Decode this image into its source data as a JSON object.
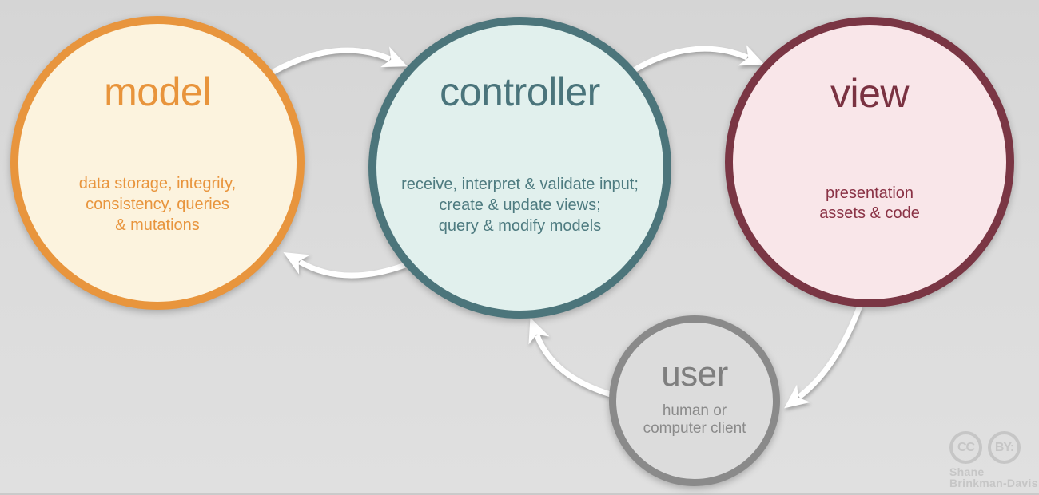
{
  "background": {
    "color_top": "#D5D5D5",
    "color_bottom": "#E0E0E0"
  },
  "nodes": {
    "model": {
      "title": "model",
      "desc_lines": [
        "data storage, integrity,",
        "consistency, queries",
        "& mutations"
      ],
      "border_color": "#E8953D",
      "fill_color": "#FCF3DE",
      "text_color": "#E8943C"
    },
    "controller": {
      "title": "controller",
      "desc_lines": [
        "receive, interpret & validate input;",
        "create & update views;",
        "query & modify models"
      ],
      "border_color": "#4C757B",
      "fill_color": "#E1F0ED",
      "text_color": "#4A747B"
    },
    "view": {
      "title": "view",
      "desc_lines": [
        "presentation",
        "assets & code"
      ],
      "border_color": "#7A3644",
      "fill_color": "#F9E6E9",
      "text_color": "#8A3245"
    },
    "user": {
      "title": "user",
      "desc_lines": [
        "human or",
        "computer client"
      ],
      "border_color": "#8A8A8A",
      "fill_color": "#DCDCDC",
      "text_color": "#7F7F7F"
    }
  },
  "arrows": [
    {
      "name": "model-to-controller",
      "color": "#FFFFFF"
    },
    {
      "name": "controller-to-view",
      "color": "#FFFFFF"
    },
    {
      "name": "controller-to-model",
      "color": "#FFFFFF"
    },
    {
      "name": "view-to-user",
      "color": "#FFFFFF"
    },
    {
      "name": "user-to-controller",
      "color": "#FFFFFF"
    }
  ],
  "attribution": {
    "badges": [
      "CC",
      "BY:"
    ],
    "name_lines": [
      "Shane",
      "Brinkman-Davis"
    ],
    "color": "#C6C6C6"
  }
}
